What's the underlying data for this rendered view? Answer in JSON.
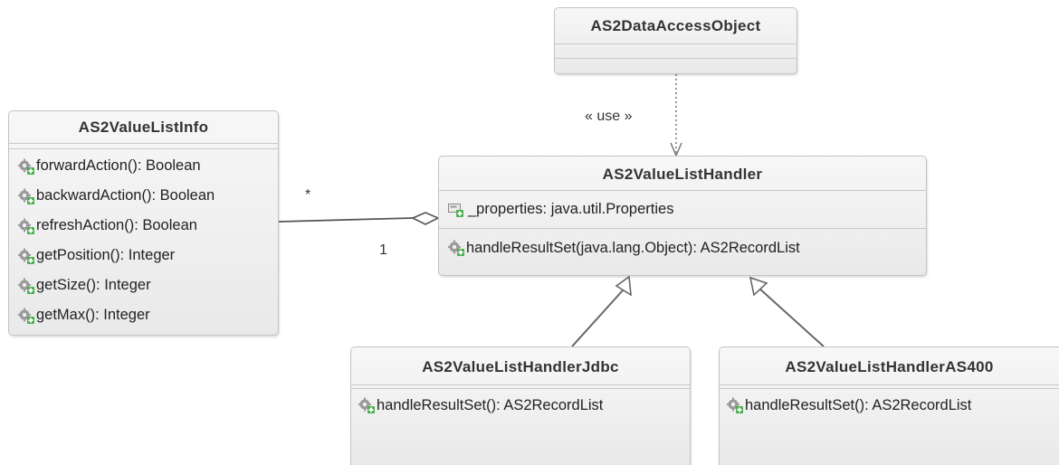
{
  "classes": {
    "dao": {
      "name": "AS2DataAccessObject"
    },
    "info": {
      "name": "AS2ValueListInfo",
      "methods": [
        "forwardAction(): Boolean",
        "backwardAction(): Boolean",
        "refreshAction(): Boolean",
        "getPosition(): Integer",
        "getSize(): Integer",
        "getMax(): Integer"
      ]
    },
    "handler": {
      "name": "AS2ValueListHandler",
      "attributes": [
        "_properties: java.util.Properties"
      ],
      "methods": [
        "handleResultSet(java.lang.Object): AS2RecordList"
      ]
    },
    "jdbc": {
      "name": "AS2ValueListHandlerJdbc",
      "methods": [
        "handleResultSet(): AS2RecordList"
      ]
    },
    "as400": {
      "name": "AS2ValueListHandlerAS400",
      "methods": [
        "handleResultSet(): AS2RecordList"
      ]
    }
  },
  "relations": {
    "use_label": "« use »",
    "aggregation_multiplicity_info": "*",
    "aggregation_multiplicity_handler": "1"
  },
  "icons": {
    "method": "method-gear-icon",
    "attribute": "attribute-field-icon"
  },
  "colors": {
    "box_fill_top": "#f7f7f7",
    "box_fill_bottom": "#e9e9e9",
    "box_border": "#c4c4c4",
    "line": "#555555"
  }
}
